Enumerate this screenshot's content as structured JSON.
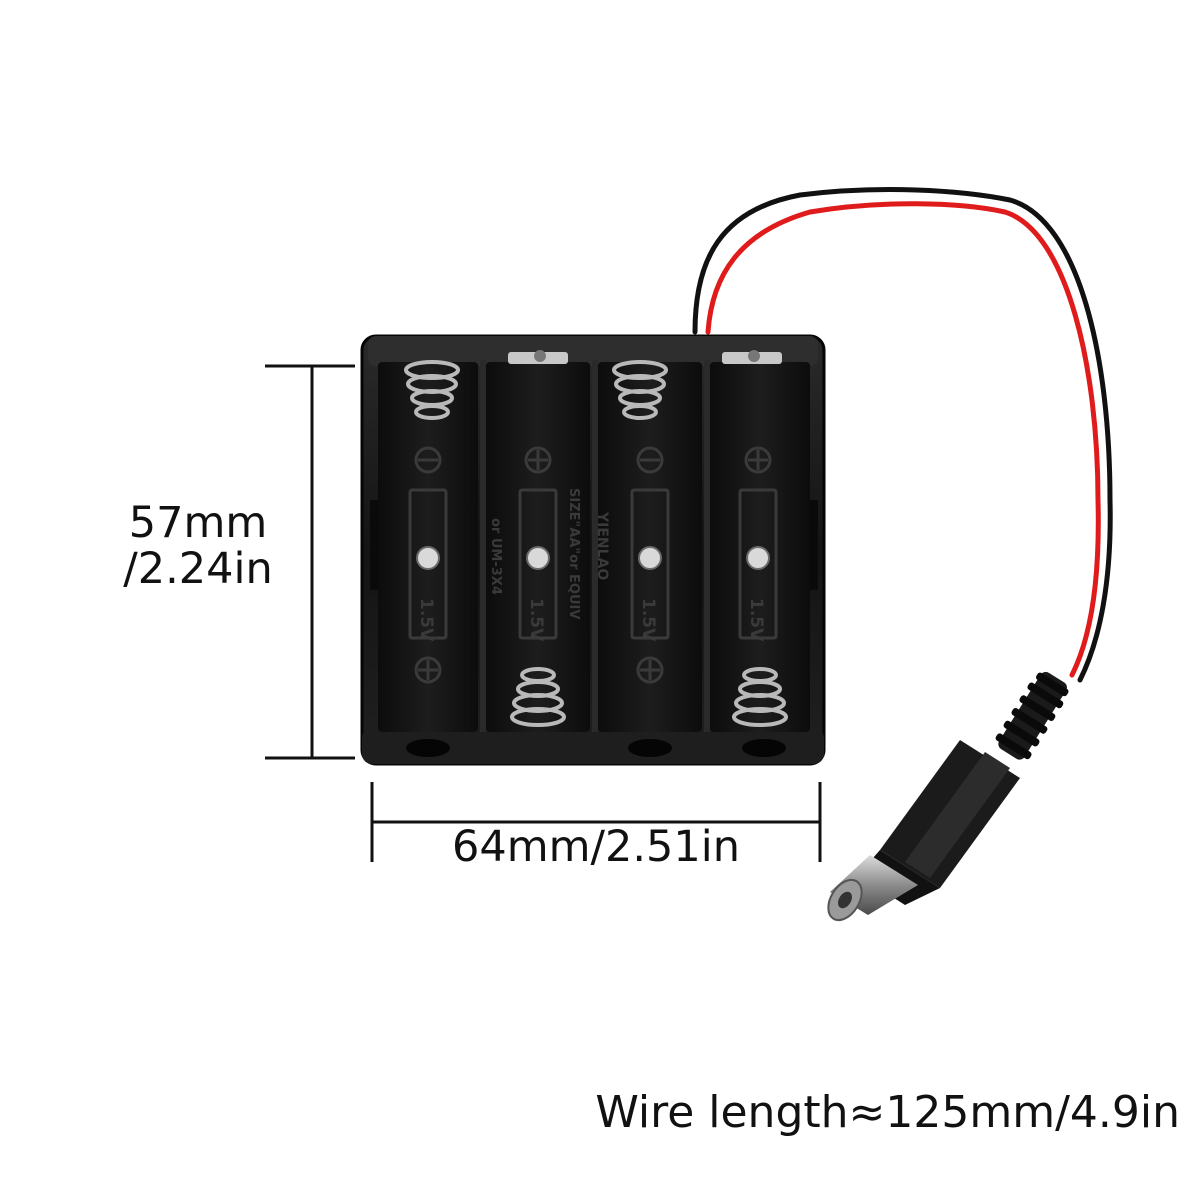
{
  "dimensions": {
    "height_metric": "57mm",
    "height_imperial": "/2.24in",
    "width": "64mm/2.51in",
    "wire_length": "Wire length≈125mm/4.9in"
  },
  "product": {
    "slot_voltage_labels": [
      "1.5V",
      "1.5V",
      "1.5V",
      "1.5V"
    ],
    "molded_text": {
      "brand": "YIENLAO",
      "size": "SIZE\"AA\"or EQUIV",
      "model": "or UM-3X4"
    }
  },
  "colors": {
    "holder": "#151515",
    "wire_red": "#e01b1b",
    "wire_black": "#111111",
    "spring": "#b9b9b9",
    "background": "#ffffff"
  }
}
